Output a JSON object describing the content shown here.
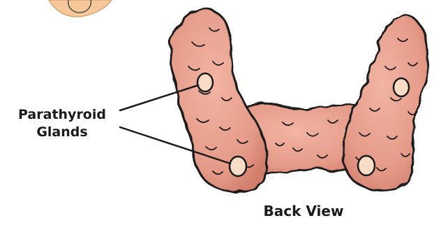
{
  "labels": {
    "parathyroid_line1": "Parathyroid",
    "parathyroid_line2": "Glands",
    "view": "Back View"
  },
  "colors": {
    "tissue": "#e59a88",
    "tissue_shadow": "#c96f5c",
    "gland": "#f8dcc6",
    "outline": "#1a1a1a",
    "corner_orb": "#f6c89a"
  },
  "icons": {
    "thyroid": "thyroid-back-view-illustration",
    "corner": "partial-circle-orb"
  }
}
